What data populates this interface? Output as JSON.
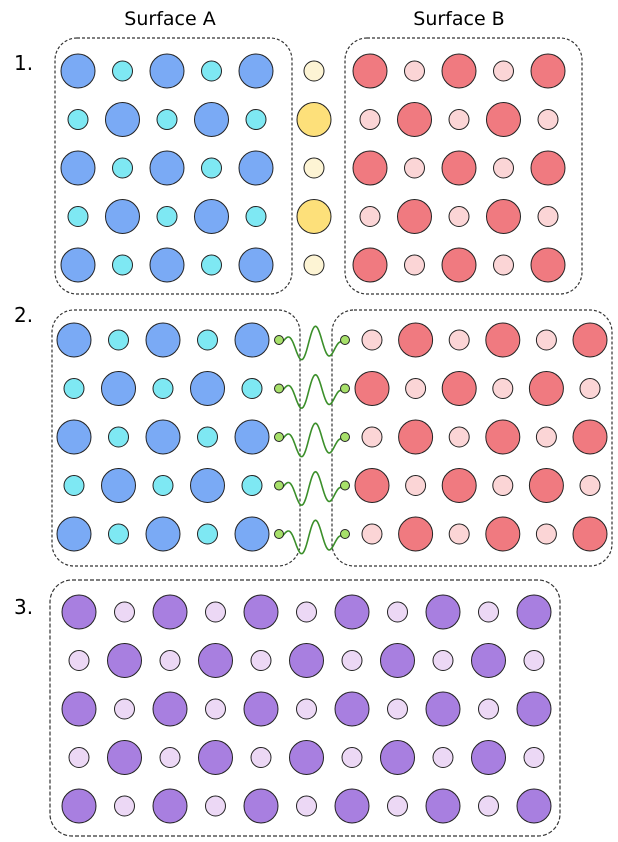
{
  "labels": {
    "surface_a": "Surface A",
    "surface_b": "Surface B",
    "step_1": "1.",
    "step_2": "2.",
    "step_3": "3."
  },
  "colors": {
    "surface_a_large": "#7aaaf5",
    "surface_a_small": "#7ee8f3",
    "surface_b_large": "#f07a80",
    "surface_b_small": "#fbd5d6",
    "gap_large": "#fde07a",
    "gap_small": "#fdf4d4",
    "bond": "#3b8f2a",
    "bond_end": "#a7e06a",
    "merged_large": "#a87fe0",
    "merged_small": "#ecd8f5",
    "outline": "#222222"
  }
}
